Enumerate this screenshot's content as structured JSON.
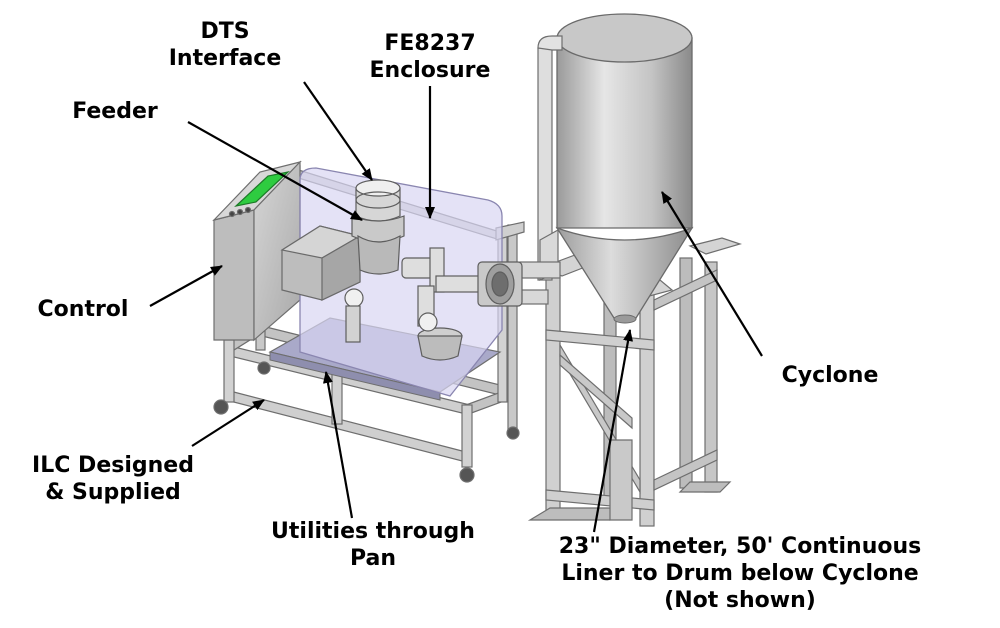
{
  "labels": {
    "dts_interface": [
      "DTS",
      "Interface"
    ],
    "fe8237_enclosure": [
      "FE8237",
      "Enclosure"
    ],
    "feeder": "Feeder",
    "control": "Control",
    "ilc": [
      "ILC Designed",
      "& Supplied"
    ],
    "utilities": [
      "Utilities through",
      "Pan"
    ],
    "cyclone": "Cyclone",
    "liner": [
      "23\" Diameter, 50' Continuous",
      "Liner to Drum below Cyclone",
      "(Not shown)"
    ]
  },
  "colors": {
    "frame": "#c9c9c9",
    "frame_edge": "#6e6e6e",
    "enclosure": "#d9d6f2",
    "cyclone": "#bdbdbd",
    "control_screen": "#2ecc40",
    "text": "#000000"
  }
}
